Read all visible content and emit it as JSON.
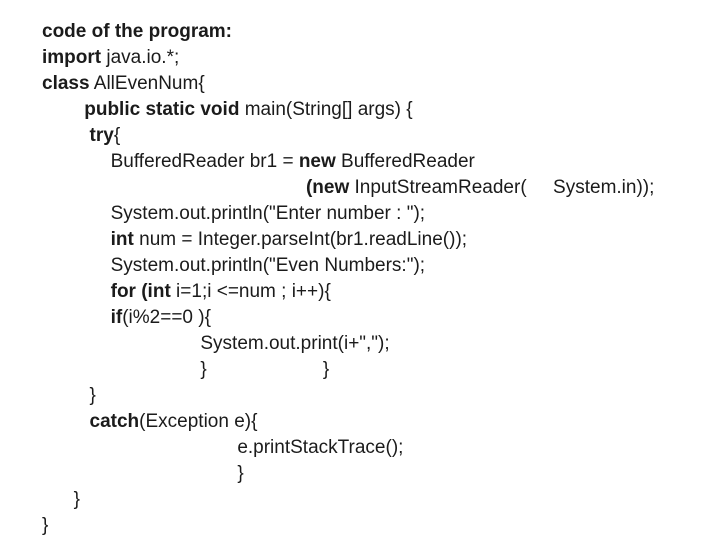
{
  "slide": {
    "background": "#ffffff",
    "text_color": "#1b1b1b"
  },
  "code": {
    "language": "java",
    "lines": [
      {
        "segments": [
          {
            "text": "code of the program:",
            "bold": true
          }
        ]
      },
      {
        "segments": [
          {
            "text": "import",
            "bold": true
          },
          {
            "text": " java.io.*;",
            "bold": false
          }
        ]
      },
      {
        "segments": [
          {
            "text": "class",
            "bold": true
          },
          {
            "text": " AllEvenNum{",
            "bold": false
          }
        ]
      },
      {
        "segments": [
          {
            "text": "        ",
            "bold": false
          },
          {
            "text": "public static void",
            "bold": true
          },
          {
            "text": " main(String[] args) {",
            "bold": false
          }
        ]
      },
      {
        "segments": [
          {
            "text": "         ",
            "bold": false
          },
          {
            "text": "try",
            "bold": true
          },
          {
            "text": "{",
            "bold": false
          }
        ]
      },
      {
        "segments": [
          {
            "text": "             BufferedReader br1 = ",
            "bold": false
          },
          {
            "text": "new",
            "bold": true
          },
          {
            "text": " BufferedReader",
            "bold": false
          }
        ]
      },
      {
        "segments": [
          {
            "text": "                                                  ",
            "bold": false
          },
          {
            "text": "(new",
            "bold": true
          },
          {
            "text": " InputStreamReader(     System.in));",
            "bold": false
          }
        ]
      },
      {
        "segments": [
          {
            "text": "             System.out.println(\"Enter number : \");",
            "bold": false
          }
        ]
      },
      {
        "segments": [
          {
            "text": "             ",
            "bold": false
          },
          {
            "text": "int",
            "bold": true
          },
          {
            "text": " num = Integer.parseInt(br1.readLine());",
            "bold": false
          }
        ]
      },
      {
        "segments": [
          {
            "text": "             System.out.println(\"Even Numbers:\");",
            "bold": false
          }
        ]
      },
      {
        "segments": [
          {
            "text": "             ",
            "bold": false
          },
          {
            "text": "for (int",
            "bold": true
          },
          {
            "text": " i=1;i <=num ; i++){",
            "bold": false
          }
        ]
      },
      {
        "segments": [
          {
            "text": "             ",
            "bold": false
          },
          {
            "text": "if",
            "bold": true
          },
          {
            "text": "(i%2==0 ){",
            "bold": false
          }
        ]
      },
      {
        "segments": [
          {
            "text": "                              System.out.print(i+\",\");",
            "bold": false
          }
        ]
      },
      {
        "segments": [
          {
            "text": "                              }                      }",
            "bold": false
          }
        ]
      },
      {
        "segments": [
          {
            "text": "         }",
            "bold": false
          }
        ]
      },
      {
        "segments": [
          {
            "text": "         ",
            "bold": false
          },
          {
            "text": "catch",
            "bold": true
          },
          {
            "text": "(Exception e){",
            "bold": false
          }
        ]
      },
      {
        "segments": [
          {
            "text": "                                     e.printStackTrace();",
            "bold": false
          }
        ]
      },
      {
        "segments": [
          {
            "text": "                                     }",
            "bold": false
          }
        ]
      },
      {
        "segments": [
          {
            "text": "      }",
            "bold": false
          }
        ]
      },
      {
        "segments": [
          {
            "text": "}",
            "bold": false
          }
        ]
      }
    ]
  }
}
